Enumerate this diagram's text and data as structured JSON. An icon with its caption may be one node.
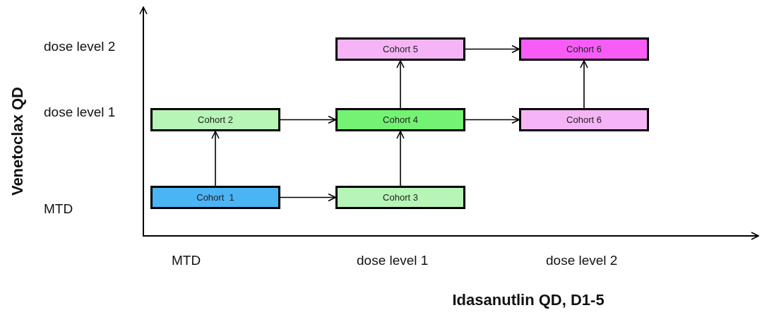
{
  "diagram": {
    "nodes": [
      {
        "text": [
          "Cohort 5"
        ]
      },
      {
        "text": [
          "Cohort 6"
        ]
      },
      {
        "text": [
          "Cohort 2"
        ]
      },
      {
        "text": [
          "Cohort 4"
        ]
      },
      {
        "text": [
          "Cohort 6"
        ]
      },
      {
        "text": [
          "Cohort  1"
        ]
      },
      {
        "text": [
          "Cohort 3"
        ]
      }
    ],
    "edges": [
      {
        "from": 5,
        "to": 2,
        "arrow": "to"
      },
      {
        "from": 5,
        "to": 6,
        "arrow": "to"
      },
      {
        "from": 2,
        "to": 3,
        "arrow": "to"
      },
      {
        "from": 6,
        "to": 3,
        "arrow": "to"
      },
      {
        "from": 3,
        "to": 0,
        "arrow": "to"
      },
      {
        "from": 3,
        "to": 4,
        "arrow": "to"
      },
      {
        "from": 0,
        "to": 1,
        "arrow": "to"
      },
      {
        "from": 4,
        "to": 1,
        "arrow": "to"
      }
    ],
    "labels": [
      "dose level 2",
      "dose level 1",
      "Venetoclax QD",
      "MTD",
      "MTD",
      "dose level 1",
      "dose level 2",
      "Idasanutlin QD, D1-5"
    ]
  }
}
